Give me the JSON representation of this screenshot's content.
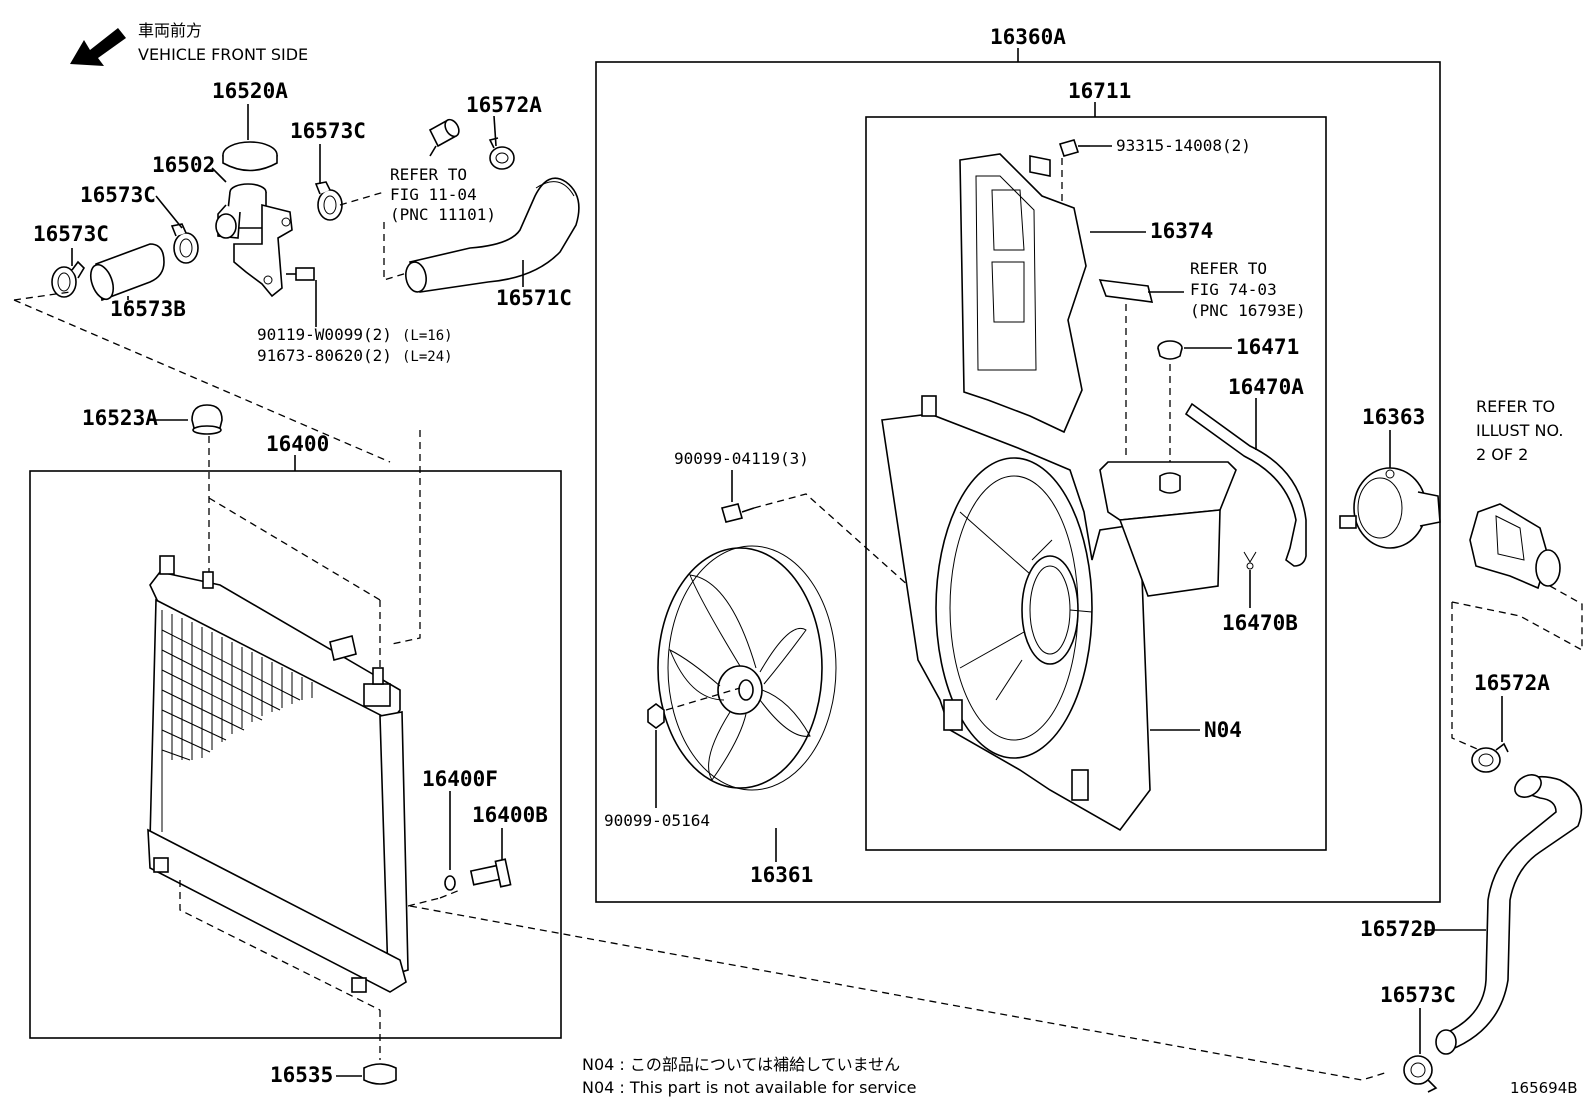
{
  "orientation": {
    "jp": "車両前方",
    "en": "VEHICLE FRONT SIDE"
  },
  "groups": {
    "g16360A": "16360A",
    "g16711": "16711",
    "g16400": "16400"
  },
  "labels": {
    "p16520A": "16520A",
    "p16502": "16502",
    "p16573C_a": "16573C",
    "p16573C_b": "16573C",
    "p16573C_c": "16573C",
    "p16573C_d": "16573C",
    "p16573B": "16573B",
    "p16572A_a": "16572A",
    "p16572A_b": "16572A",
    "p16571C": "16571C",
    "p16523A": "16523A",
    "p16400F": "16400F",
    "p16400B": "16400B",
    "p16535": "16535",
    "p16374": "16374",
    "p16471": "16471",
    "p16470A": "16470A",
    "p16470B": "16470B",
    "p16363": "16363",
    "p16361": "16361",
    "p16572D": "16572D",
    "pN04": "N04",
    "bolt1a": "90119-W0099(2)",
    "bolt1b": "(L=16)",
    "bolt2a": "91673-80620(2)",
    "bolt2b": "(L=24)",
    "bolt3": "93315-14008(2)",
    "bolt4": "90099-04119(3)",
    "bolt5": "90099-05164"
  },
  "references": {
    "ref1": [
      "REFER TO",
      "FIG 11-04",
      "(PNC 11101)"
    ],
    "ref2": [
      "REFER TO",
      "FIG 74-03",
      "(PNC 16793E)"
    ],
    "ref3": [
      "REFER TO",
      "ILLUST NO.",
      "2 OF 2"
    ]
  },
  "notes": {
    "jp": "N04 : この部品については補給していません",
    "en": "N04 : This part is not available for service"
  },
  "illustration_id": "165694B"
}
